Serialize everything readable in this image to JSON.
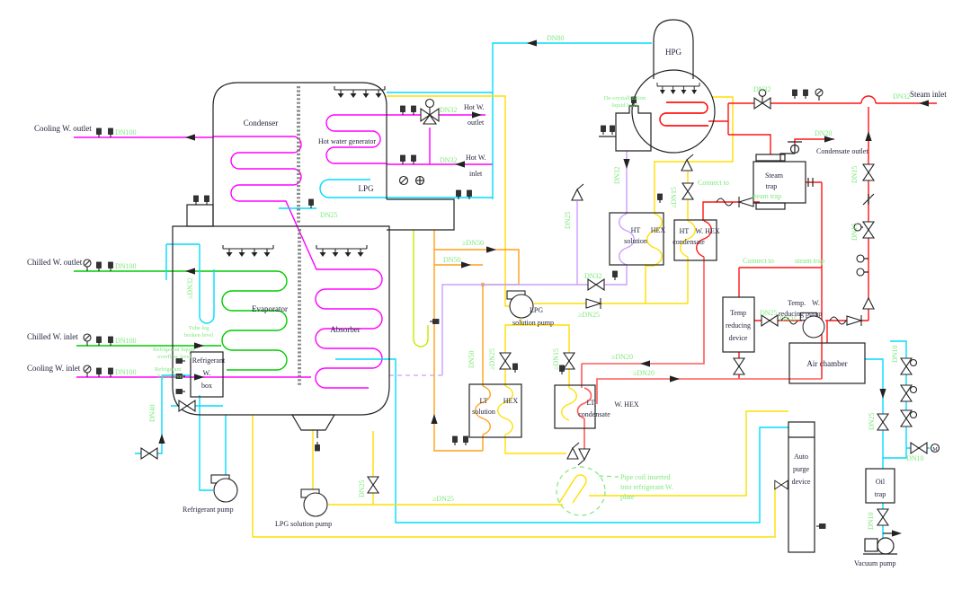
{
  "diagram_type": "Steam-fired absorption chiller piping and instrumentation diagram",
  "colors": {
    "cooling_water": "#ff00ff",
    "chilled_water": "#00cc00",
    "refrigerant": "#00dcff",
    "lpg_solution": "#ffdf00",
    "dn50_solution": "#ff9f1a",
    "steam": "#ff1414",
    "condensate_return": "#ff5a5a",
    "hpg_solution": "#c9a0ff",
    "level_gauge": "#c8e800",
    "size_labels": "#7de87d",
    "equipment_lines": "#222222"
  },
  "equipment": {
    "condenser": "Condenser",
    "hot_water_generator": "Hot water generator",
    "lpg": "LPG",
    "evaporator": "Evaporator",
    "absorber": "Absorber",
    "hpg": "HPG",
    "refrigerant_box_l1": "Refrigerant",
    "refrigerant_box_l2": "W.",
    "refrigerant_box_l3": "box",
    "steam_trap_l1": "Steam",
    "steam_trap_l2": "trap",
    "ht_solution_l1": "HT",
    "ht_solution_l2": "solution",
    "hex": "HEX",
    "ht_condensate_l1": "HT",
    "ht_condensate_l2": "condensate",
    "w_hex": "W. HEX",
    "lt_solution_l1": "LT",
    "lt_solution_l2": "solution",
    "lt_condensate_l1": "LT",
    "lt_condensate_l2": "condensate",
    "temp_device_l1": "Temp",
    "temp_device_l2": "reducing",
    "temp_device_l3": "device",
    "air_chamber": "Air chamber",
    "auto_purge_l1": "Auto",
    "auto_purge_l2": "purge",
    "auto_purge_l3": "device",
    "oil_trap_l1": "Oil",
    "oil_trap_l2": "trap",
    "vacuum_pump": "Vacuum pump",
    "refrigerant_pump": "Refrigerant pump",
    "lpg_solution_pump": "LPG solution pump",
    "lpg_pump_mid_l1": "LPG",
    "lpg_pump_mid_l2": "solution pump",
    "temp_pump_l1a": "Temp.",
    "temp_pump_l1b": "W.",
    "temp_pump_l2": "reducing pump"
  },
  "flows": {
    "cooling_w_outlet": "Cooling W. outlet",
    "chilled_w_outlet": "Chilled W. outlet",
    "chilled_w_inlet": "Chilled W. inlet",
    "cooling_w_inlet": "Cooling W. inlet",
    "hot_w_outlet_l1": "Hot W.",
    "hot_w_outlet_l2": "outlet",
    "hot_w_inlet_l1": "Hot W.",
    "hot_w_inlet_l2": "inlet",
    "steam_inlet": "Steam inlet",
    "condensate_outlet": "Condensate outlet"
  },
  "notes": {
    "connect_to": "Connect to",
    "connect_to_2": "Connect to",
    "steam_trap": "steam trap",
    "steam_trap_tag": "steam trap",
    "decryst_l1": "De-crystallization",
    "decryst_l2": "liquid level",
    "tube_leg_l1": "Tube leg",
    "tube_leg_l2": "broken level",
    "overflow_l1": "Refrigerant liquid",
    "overflow_l2": "overflow level",
    "level_l1": "Refrigerant",
    "level_l2": "liquid level",
    "pipe_coil_l1": "Pipe coil inserted",
    "pipe_coil_l2": "into refrigerant W.",
    "pipe_coil_l3": "plate"
  },
  "sizes": {
    "dn100": "DN100",
    "dn80": "DN80",
    "dn50": "DN50",
    "gdn50": "≥DN50",
    "dn40": "DN40",
    "dn32": "DN32",
    "gdn32": "≥DN32",
    "dn25": "DN25",
    "gdn25": "≥DN25",
    "dn20": "DN20",
    "gdn20": "≥DN20",
    "dn15": "DN15",
    "gdn15": "≥DN15",
    "dn10": "DN10"
  }
}
